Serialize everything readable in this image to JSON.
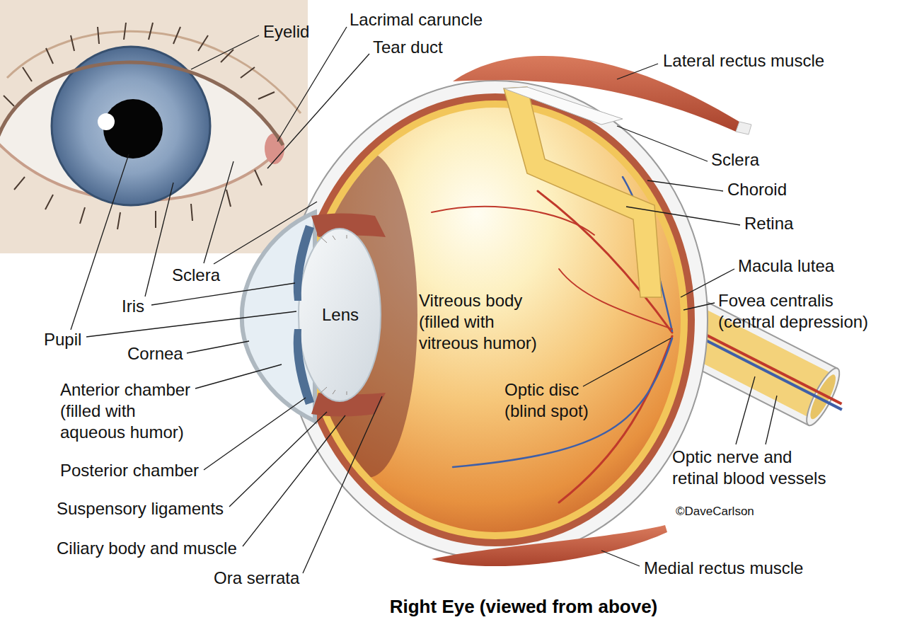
{
  "diagram": {
    "title": "Right Eye (viewed from above)",
    "labels": [
      "Eyelid",
      "Lacrimal caruncle",
      "Tear duct",
      "Lateral rectus muscle",
      "Sclera",
      "Choroid",
      "Retina",
      "Macula lutea",
      "Fovea centralis (central depression)",
      "Vitreous body (filled with vitreous humor)",
      "Lens",
      "Sclera",
      "Iris",
      "Pupil",
      "Cornea",
      "Anterior chamber (filled with aqueous humor)",
      "Optic disc (blind spot)",
      "Optic nerve and retinal blood vessels",
      "Posterior chamber",
      "Suspensory ligaments",
      "©DaveCarlson",
      "Ciliary body and muscle",
      "Medial rectus muscle",
      "Ora serrata"
    ]
  }
}
